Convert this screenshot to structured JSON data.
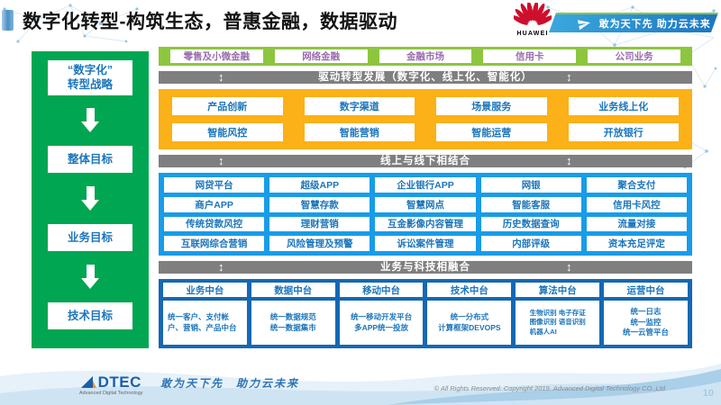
{
  "header": {
    "title": "数字化转型-构筑生态，普惠金融，数据驱动",
    "logo_text": "HUAWEI",
    "ribbon_slogan": "敢为天下先 助力云未来"
  },
  "icons": {
    "updown_arrow": "↕"
  },
  "sidebar": {
    "items": [
      "“数字化”\n转型战略",
      "整体目标",
      "业务目标",
      "技术目标"
    ]
  },
  "business_lines": [
    "零售及小微金融",
    "网络金融",
    "金融市场",
    "信用卡",
    "公司业务"
  ],
  "banners": {
    "drive": "驱动转型发展（数字化、线上化、智能化）",
    "online_offline": "线上与线下相结合",
    "tech_fusion": "业务与科技相融合"
  },
  "capabilities": {
    "row1": [
      "产品创新",
      "数字渠道",
      "场景服务",
      "业务线上化"
    ],
    "row2": [
      "智能风控",
      "智能营销",
      "智能运营",
      "开放银行"
    ]
  },
  "applications": {
    "row1": [
      "网贷平台",
      "超级APP",
      "企业银行APP",
      "网银",
      "聚合支付"
    ],
    "row2": [
      "商户APP",
      "智慧存款",
      "智慧网点",
      "智能客服",
      "信用卡风控"
    ],
    "row3": [
      "传统贷款风控",
      "理财营销",
      "互金影像内容管理",
      "历史数据查询",
      "流量对接"
    ],
    "row4": [
      "互联网综合营销",
      "风险管理及预警",
      "诉讼案件管理",
      "内部评级",
      "资本充足评定"
    ]
  },
  "platforms": {
    "columns": [
      {
        "title": "业务中台",
        "content": "统一客户、支付帐户、营销、产品中台"
      },
      {
        "title": "数据中台",
        "content": "统一数据规范\n统一数据集市"
      },
      {
        "title": "移动中台",
        "content": "统一移动开发平台\n多APP统一投放"
      },
      {
        "title": "技术中台",
        "content": "统一分布式\n计算框架DEVOPS"
      },
      {
        "title": "算法中台",
        "content": "生物识别 电子存证\n图像识别 语音识别\n机器人AI"
      },
      {
        "title": "运营中台",
        "content": "统一日志\n统一监控\n统一云管平台"
      }
    ]
  },
  "footer": {
    "logo_text": "DTEC",
    "logo_subtext": "Advanced Digital Technology",
    "slogan": "敢为天下先　助力云未来",
    "copyright": "© All Rights Reserved. Copyright 2019. Advanced Digital Technology CO.,Ltd",
    "page_number": "10"
  },
  "colors": {
    "sidebar_green": "#00A651",
    "business_line_green": "#8CC63E",
    "banner_gray": "#7F7F7F",
    "capability_gold": "#FBB117",
    "application_blue": "#189CE8",
    "platform_blue": "#1468B3",
    "box_text_blue": "#1B75BB",
    "business_line_text_purple": "#9A6CB0",
    "huawei_red": "#CE0E2D"
  }
}
